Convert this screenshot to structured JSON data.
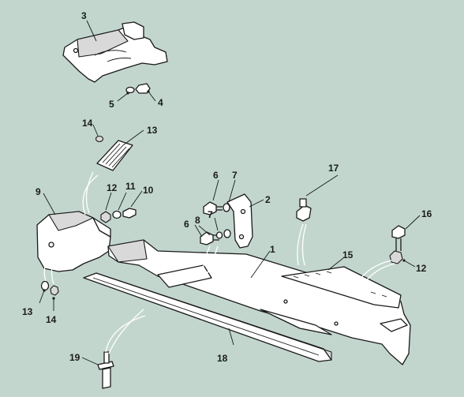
{
  "colors": {
    "background": "#c2d6ce",
    "line": "#1a1a1a",
    "part_fill": "#ffffff",
    "guide": "#ffffff"
  },
  "callouts": {
    "c1": "1",
    "c2": "2",
    "c3": "3",
    "c4": "4",
    "c5": "5",
    "c6a": "6",
    "c6b": "6",
    "c7a": "7",
    "c7b": "7",
    "c8": "8",
    "c9": "9",
    "c10": "10",
    "c11": "11",
    "c12a": "12",
    "c12b": "12",
    "c13a": "13",
    "c13b": "13",
    "c14a": "14",
    "c14b": "14",
    "c15": "15",
    "c16": "16",
    "c17": "17",
    "c18": "18",
    "c19": "19"
  }
}
